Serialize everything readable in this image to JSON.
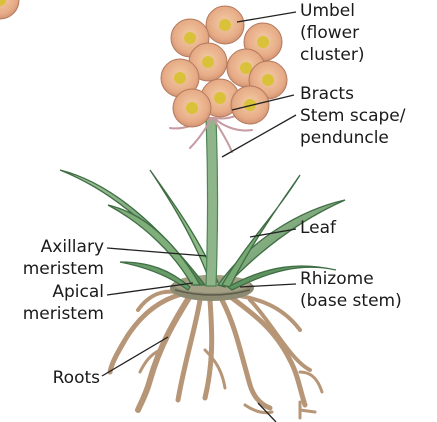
{
  "labels": {
    "umbel": [
      "Umbel",
      "(flower",
      "cluster)"
    ],
    "bracts": [
      "Bracts"
    ],
    "stem": [
      "Stem scape/",
      "penduncle"
    ],
    "leaf": [
      "Leaf"
    ],
    "axillary": [
      "Axillary",
      "meristem"
    ],
    "apical": [
      "Apical",
      "meristem"
    ],
    "rhizome": [
      "Rhizome",
      "(base stem)"
    ],
    "roots": [
      "Roots"
    ]
  },
  "colors": {
    "text": "#1a1a1a",
    "leader_line": "#222222",
    "leaf_fill": "#7fae7a",
    "leaf_dark": "#3f6e45",
    "flower_petal": "#e7b08a",
    "flower_center": "#d9c23a",
    "root": "#b69677",
    "rhizome": "#8d8a72"
  }
}
